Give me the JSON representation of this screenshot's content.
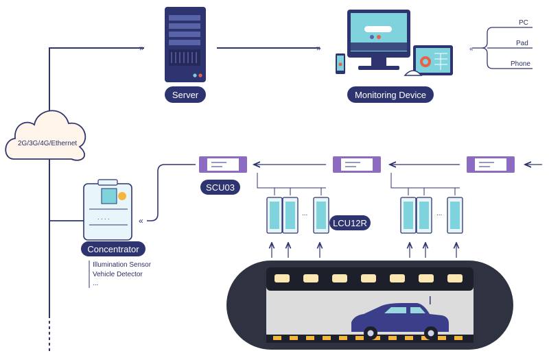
{
  "server": {
    "label": "Server"
  },
  "monitoring": {
    "label": "Monitoring Device"
  },
  "clients": [
    "PC",
    "Pad",
    "Phone"
  ],
  "network": {
    "label": "2G/3G/4G/Ethernet"
  },
  "scu": {
    "label": "SCU03"
  },
  "lcu": {
    "label": "LCU12R",
    "ellipsis": "..."
  },
  "concentrator": {
    "label": "Concentrator",
    "inputs": [
      "Illumination Sensor",
      "Vehicle Detector",
      "..."
    ]
  },
  "colors": {
    "navy": "#2e3470",
    "purple": "#8b6cc0",
    "teal": "#7ad0d9",
    "lamp": "#fbe7b2"
  }
}
